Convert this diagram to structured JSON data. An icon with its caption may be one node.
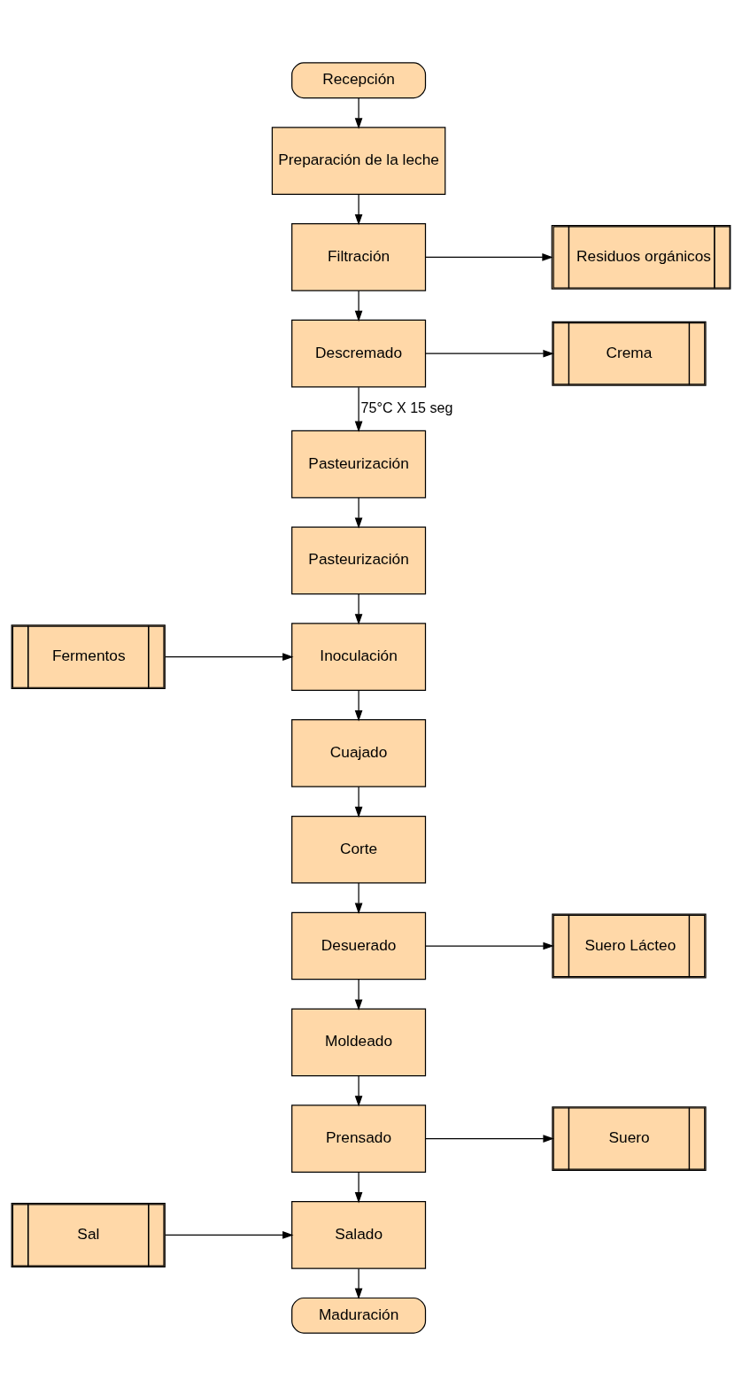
{
  "diagram": {
    "nodes": [
      {
        "text": [
          "Recepción"
        ]
      },
      {
        "text": [
          "Preparación de la leche"
        ]
      },
      {
        "text": [
          "Filtración"
        ]
      },
      {
        "text": [
          "Residuos orgánicos"
        ]
      },
      {
        "text": [
          "Descremado"
        ]
      },
      {
        "text": [
          "Crema"
        ]
      },
      {
        "text": [
          "Pasteurización"
        ]
      },
      {
        "text": [
          "Pasteurización"
        ]
      },
      {
        "text": [
          "Fermentos"
        ]
      },
      {
        "text": [
          "Inoculación"
        ]
      },
      {
        "text": [
          "Cuajado"
        ]
      },
      {
        "text": [
          "Corte"
        ]
      },
      {
        "text": [
          "Desuerado"
        ]
      },
      {
        "text": [
          "Suero Lácteo"
        ]
      },
      {
        "text": [
          "Moldeado"
        ]
      },
      {
        "text": [
          "Prensado"
        ]
      },
      {
        "text": [
          "Suero"
        ]
      },
      {
        "text": [
          "Sal"
        ]
      },
      {
        "text": [
          "Salado"
        ]
      },
      {
        "text": [
          "Maduración"
        ]
      }
    ],
    "edges": [
      {
        "from": 0,
        "to": 1,
        "arrow": "to"
      },
      {
        "from": 1,
        "to": 2,
        "arrow": "to"
      },
      {
        "from": 2,
        "to": 3,
        "arrow": "to"
      },
      {
        "from": 2,
        "to": 4,
        "arrow": "to"
      },
      {
        "from": 4,
        "to": 5,
        "arrow": "to"
      },
      {
        "from": 4,
        "to": 6,
        "arrow": "to",
        "label": "75°C X 15 seg"
      },
      {
        "from": 6,
        "to": 7,
        "arrow": "to"
      },
      {
        "from": 7,
        "to": 9,
        "arrow": "to"
      },
      {
        "from": 8,
        "to": 9,
        "arrow": "to"
      },
      {
        "from": 9,
        "to": 10,
        "arrow": "to"
      },
      {
        "from": 10,
        "to": 11,
        "arrow": "to"
      },
      {
        "from": 11,
        "to": 12,
        "arrow": "to"
      },
      {
        "from": 12,
        "to": 13,
        "arrow": "to"
      },
      {
        "from": 12,
        "to": 14,
        "arrow": "to"
      },
      {
        "from": 14,
        "to": 15,
        "arrow": "to"
      },
      {
        "from": 15,
        "to": 16,
        "arrow": "to"
      },
      {
        "from": 15,
        "to": 18,
        "arrow": "to"
      },
      {
        "from": 17,
        "to": 18,
        "arrow": "to"
      },
      {
        "from": 18,
        "to": 19,
        "arrow": "to"
      }
    ]
  }
}
